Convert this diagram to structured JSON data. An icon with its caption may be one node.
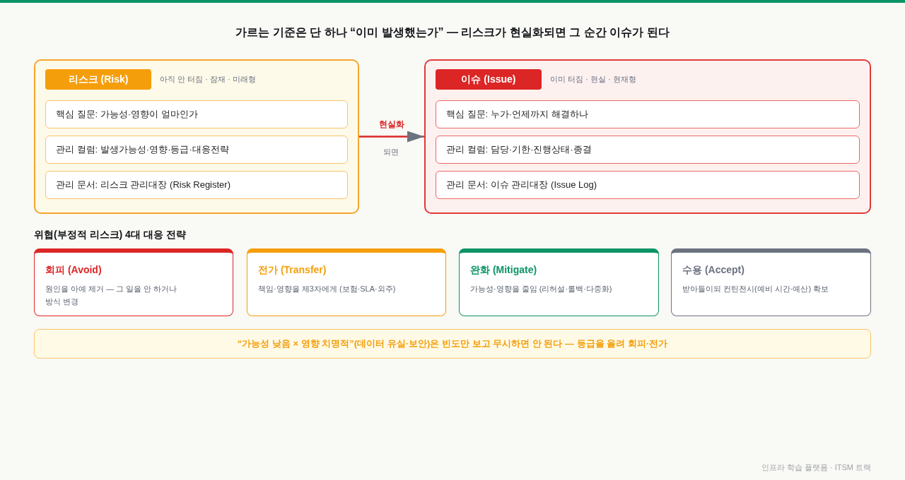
{
  "diagram": {
    "title": "가르는 기준은 단 하나 “이미 발생했는가” — 리스크가 현실화되면 그 순간 이슈가 된다",
    "nodes": [
      {
        "text": [],
        "shape": "box"
      },
      {
        "text": [
          "리스크 (Risk)"
        ],
        "in": 0,
        "beside": [
          "아직 안 터짐 · 잠재 · 미래형"
        ]
      },
      {
        "text": [
          "핵심 질문: 가능성·영향이 얼마인가"
        ],
        "in": 0
      },
      {
        "text": [
          "관리 컬럼: 발생가능성·영향·등급·대응전략"
        ],
        "in": 0
      },
      {
        "text": [
          "관리 문서: 리스크 관리대장 (Risk Register)"
        ],
        "in": 0
      },
      {
        "text": [],
        "shape": "box"
      },
      {
        "text": [
          "이슈 (Issue)"
        ],
        "in": 5,
        "beside": [
          "이미 터짐 · 현실 · 현재형"
        ]
      },
      {
        "text": [
          "핵심 질문: 누가·언제까지 해결하나"
        ],
        "in": 5
      },
      {
        "text": [
          "관리 컬럼: 담당·기한·진행상태·종결"
        ],
        "in": 5
      },
      {
        "text": [
          "관리 문서: 이슈 관리대장 (Issue Log)"
        ],
        "in": 5
      },
      {
        "text": [
          "회피 (Avoid)",
          "원인을 아예 제거 — 그 일을 안 하거나 방식 변경"
        ]
      },
      {
        "text": [
          "전가 (Transfer)",
          "책임·영향을 제3자에게 (보험·SLA·외주)"
        ]
      },
      {
        "text": [
          "완화 (Mitigate)",
          "가능성·영향을 줄임 (리허설·롤백·다중화)"
        ]
      },
      {
        "text": [
          "수용 (Accept)",
          "받아들이되 컨틴전시(예비 시간·예산) 확보"
        ]
      },
      {
        "text": [
          "“가능성 낮음 × 영향 치명적”(데이터 유실·보안)은 빈도만 보고 무시하면 안 된다 — 등급을 올려 회피·전가"
        ]
      }
    ],
    "edges": [
      {
        "from": 0,
        "to": 5,
        "arrow": "to",
        "label": "현실화"
      }
    ],
    "labels": [
      "되면",
      "위협(부정적 리스크) 4대 대응 전략",
      "인프라 학습 플랫폼 · ITSM 트랙"
    ]
  }
}
